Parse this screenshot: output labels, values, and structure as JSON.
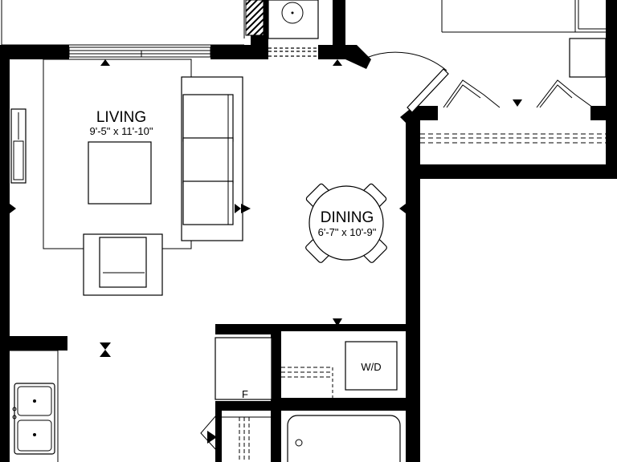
{
  "rooms": {
    "living": {
      "name": "LIVING",
      "dims": "9'-5\" x 11'-10\""
    },
    "dining": {
      "name": "DINING",
      "dims": "6'-7\" x 10'-9\""
    }
  },
  "fixtures": {
    "washer_dryer": "W/D",
    "fridge": "F"
  },
  "colors": {
    "wall": "#000000",
    "background": "#ffffff"
  }
}
